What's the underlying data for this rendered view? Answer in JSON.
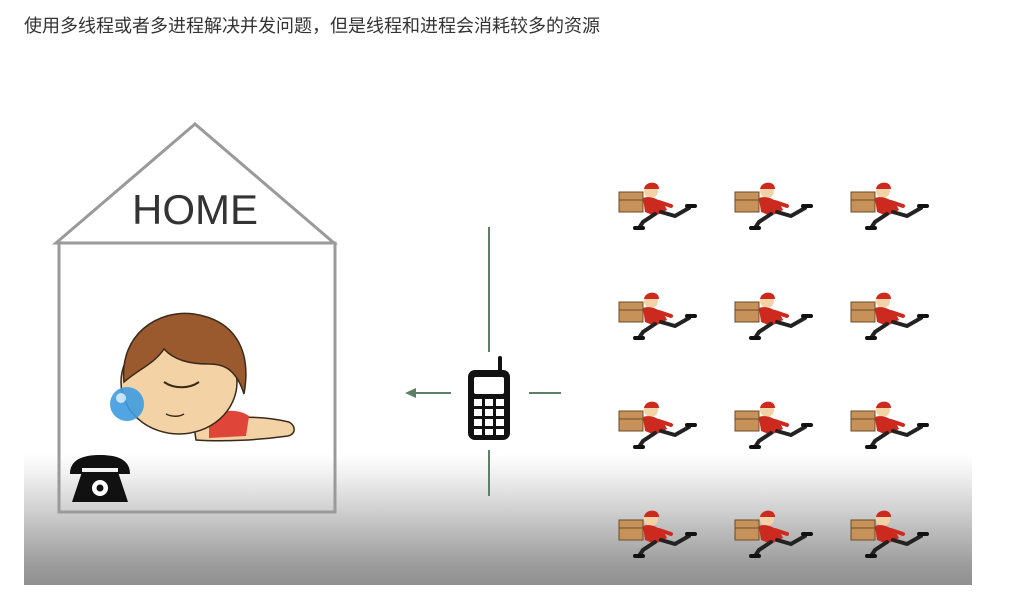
{
  "caption": "使用多线程或者多进程解决并发问题，但是线程和进程会消耗较多的资源",
  "house": {
    "label": "HOME"
  },
  "icons": {
    "person": "sleeping-person-icon",
    "phone": "telephone-icon",
    "mobile": "mobile-phone-icon",
    "courier": "courier-running-icon",
    "arrow": "arrow-left-icon"
  },
  "couriers": {
    "rows": 4,
    "cols": 3
  },
  "colors": {
    "caption": "#333333",
    "house_line": "#9a9a9a",
    "divider": "#5c7f66",
    "hair": "#9b5a2e",
    "skin": "#f3d2a6",
    "bubble": "#3f9be0",
    "shirt": "#e0453a",
    "courier_red": "#cc2a1f",
    "box": "#c79259"
  }
}
